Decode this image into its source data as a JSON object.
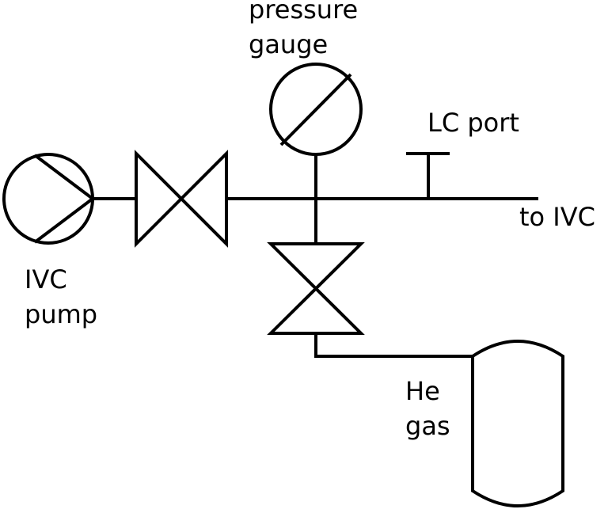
{
  "labels": {
    "pressure_gauge": [
      "pressure",
      "gauge"
    ],
    "lc_port": "LC port",
    "to_ivc": "to IVC",
    "ivc_pump": [
      "IVC",
      "pump"
    ],
    "he_gas": [
      "He",
      "gas"
    ]
  },
  "colors": {
    "stroke": "#000000",
    "background": "#ffffff"
  },
  "components": {
    "pump": "ivc-pump-symbol",
    "valves": [
      "pump-valve-symbol",
      "he-gas-valve-symbol"
    ],
    "gauge": "pressure-gauge-symbol",
    "port": "lc-port-symbol",
    "cylinder": "he-gas-cylinder-symbol"
  }
}
